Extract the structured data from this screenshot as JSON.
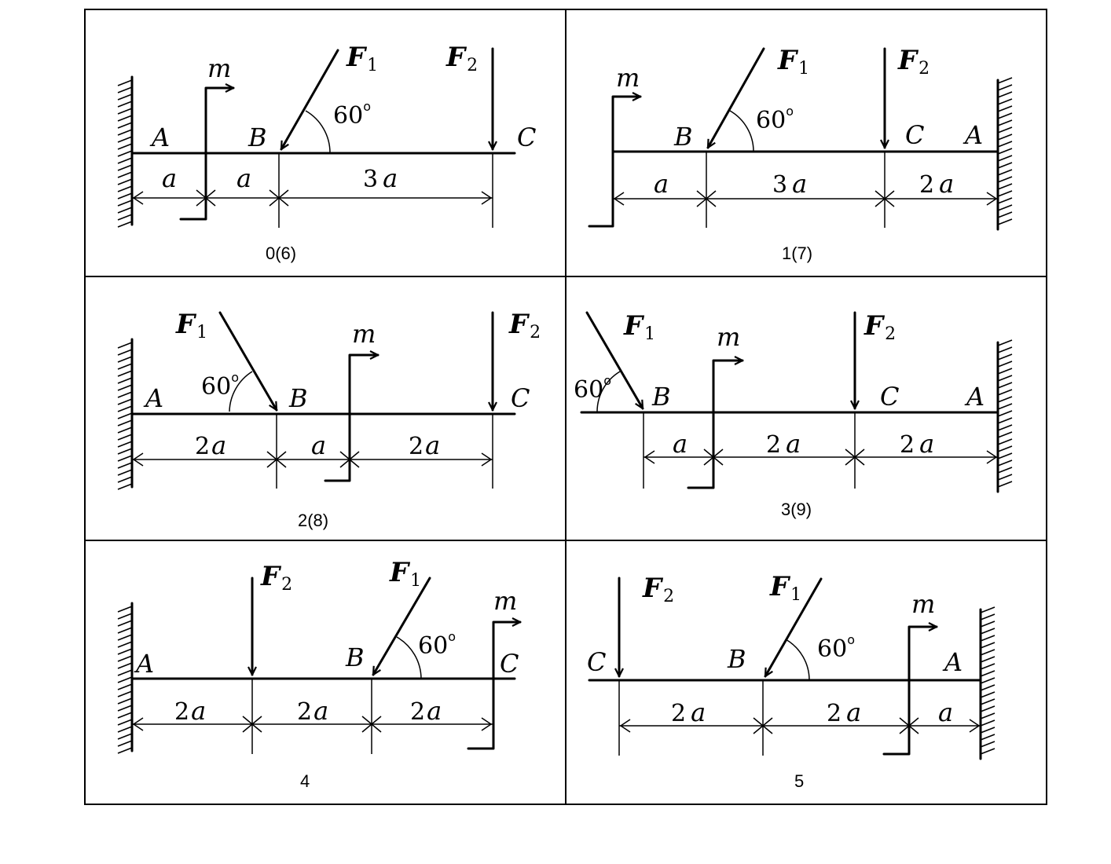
{
  "panels": [
    {
      "caption": "0(6)",
      "labels": {
        "A": "A",
        "B": "B",
        "C": "C",
        "m": "m",
        "F1": "F",
        "F1_sub": "1",
        "F2": "F",
        "F2_sub": "2",
        "angle": "60",
        "deg": "o"
      },
      "dims": [
        {
          "coef": "",
          "var": "a"
        },
        {
          "coef": "",
          "var": "a"
        },
        {
          "coef": "3",
          "var": "a"
        }
      ]
    },
    {
      "caption": "1(7)",
      "labels": {
        "A": "A",
        "B": "B",
        "C": "C",
        "m": "m",
        "F1": "F",
        "F1_sub": "1",
        "F2": "F",
        "F2_sub": "2",
        "angle": "60",
        "deg": "o"
      },
      "dims": [
        {
          "coef": "",
          "var": "a"
        },
        {
          "coef": "3",
          "var": "a"
        },
        {
          "coef": "2",
          "var": "a"
        }
      ]
    },
    {
      "caption": "2(8)",
      "labels": {
        "A": "A",
        "B": "B",
        "C": "C",
        "m": "m",
        "F1": "F",
        "F1_sub": "1",
        "F2": "F",
        "F2_sub": "2",
        "angle": "60",
        "deg": "o"
      },
      "dims": [
        {
          "coef": "2",
          "var": "a"
        },
        {
          "coef": "",
          "var": "a"
        },
        {
          "coef": "2",
          "var": "a"
        }
      ]
    },
    {
      "caption": "3(9)",
      "labels": {
        "A": "A",
        "B": "B",
        "C": "C",
        "m": "m",
        "F1": "F",
        "F1_sub": "1",
        "F2": "F",
        "F2_sub": "2",
        "angle": "60",
        "deg": "o"
      },
      "dims": [
        {
          "coef": "",
          "var": "a"
        },
        {
          "coef": "2",
          "var": "a"
        },
        {
          "coef": "2",
          "var": "a"
        }
      ]
    },
    {
      "caption": "4",
      "labels": {
        "A": "A",
        "B": "B",
        "C": "C",
        "m": "m",
        "F1": "F",
        "F1_sub": "1",
        "F2": "F",
        "F2_sub": "2",
        "angle": "60",
        "deg": "o"
      },
      "dims": [
        {
          "coef": "2",
          "var": "a"
        },
        {
          "coef": "2",
          "var": "a"
        },
        {
          "coef": "2",
          "var": "a"
        }
      ]
    },
    {
      "caption": "5",
      "labels": {
        "A": "A",
        "B": "B",
        "C": "C",
        "m": "m",
        "F1": "F",
        "F1_sub": "1",
        "F2": "F",
        "F2_sub": "2",
        "angle": "60",
        "deg": "o"
      },
      "dims": [
        {
          "coef": "2",
          "var": "a"
        },
        {
          "coef": "2",
          "var": "a"
        },
        {
          "coef": "",
          "var": "a"
        }
      ]
    }
  ]
}
